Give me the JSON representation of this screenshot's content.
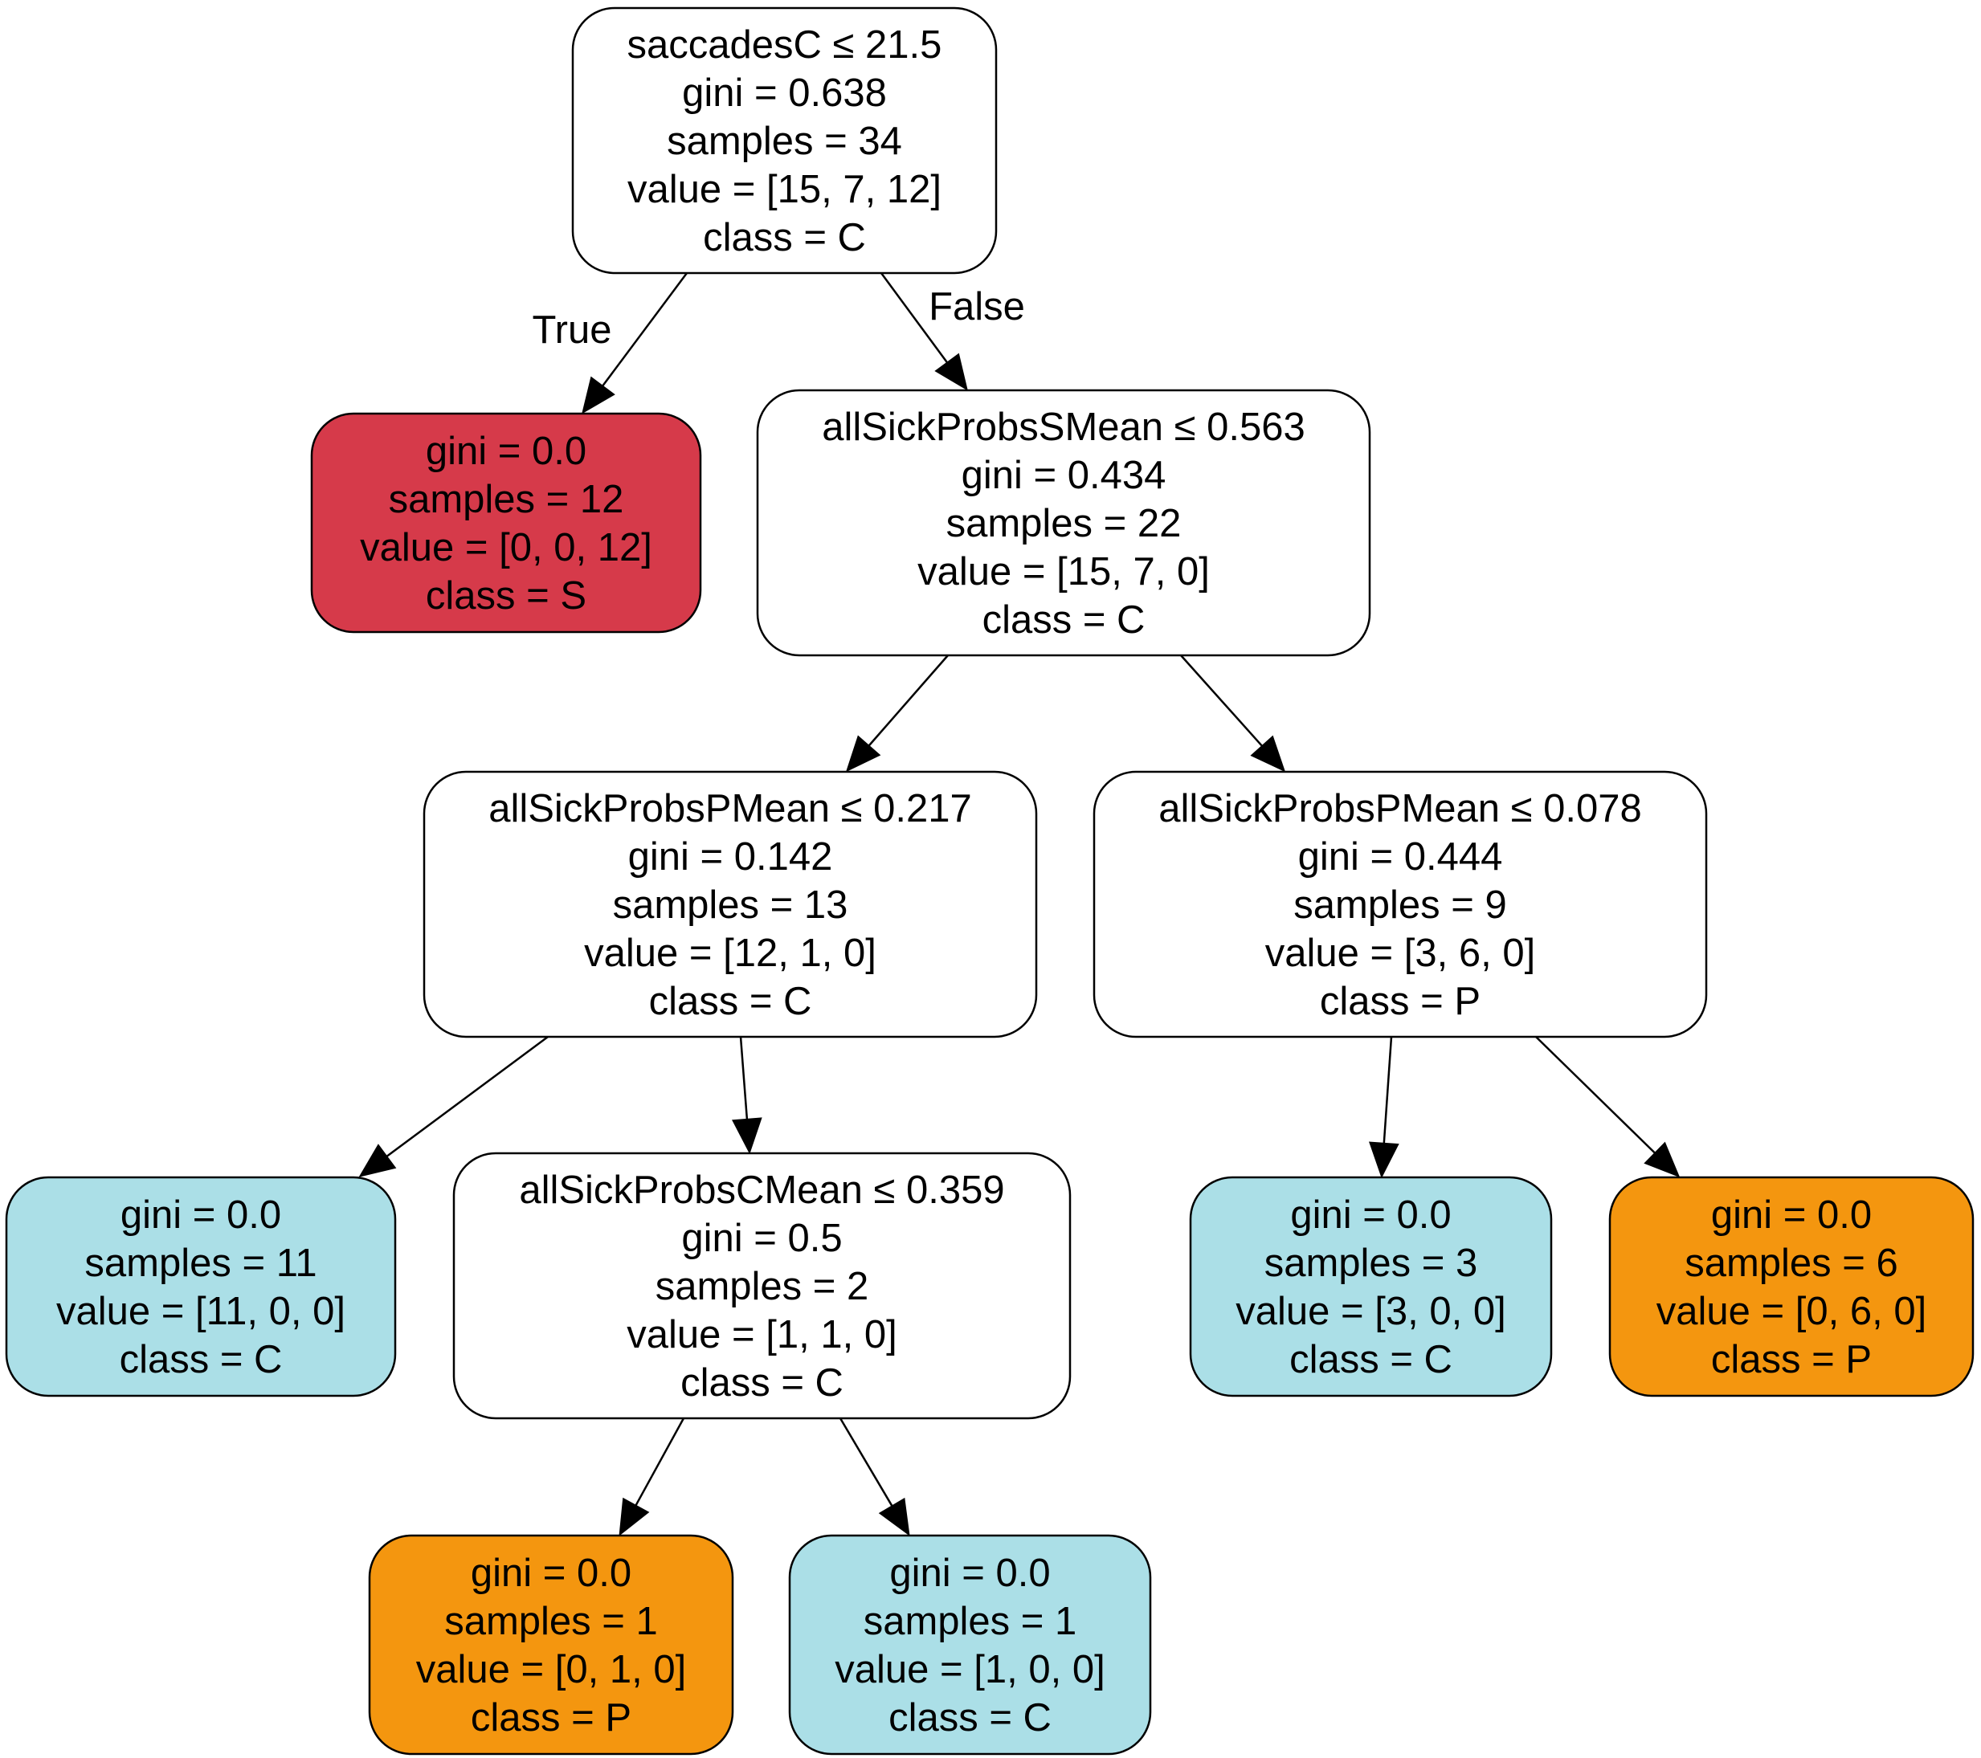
{
  "colors": {
    "split": "#ffffff",
    "class_S": "#d63a4a",
    "class_C": "#abdfe7",
    "class_P": "#f4960f",
    "border": "#000000"
  },
  "nodes": [
    {
      "id": "n0",
      "fill": "split",
      "lines": [
        "saccadesC ≤ 21.5",
        "gini = 0.638",
        "samples = 34",
        "value = [15, 7, 12]",
        "class = C"
      ]
    },
    {
      "id": "n1",
      "fill": "class_S",
      "lines": [
        "gini = 0.0",
        "samples = 12",
        "value = [0, 0, 12]",
        "class = S"
      ]
    },
    {
      "id": "n2",
      "fill": "split",
      "lines": [
        "allSickProbsSMean ≤ 0.563",
        "gini = 0.434",
        "samples = 22",
        "value = [15, 7, 0]",
        "class = C"
      ]
    },
    {
      "id": "n3",
      "fill": "split",
      "lines": [
        "allSickProbsPMean ≤ 0.217",
        "gini = 0.142",
        "samples = 13",
        "value = [12, 1, 0]",
        "class = C"
      ]
    },
    {
      "id": "n4",
      "fill": "split",
      "lines": [
        "allSickProbsPMean ≤ 0.078",
        "gini = 0.444",
        "samples = 9",
        "value = [3, 6, 0]",
        "class = P"
      ]
    },
    {
      "id": "n5",
      "fill": "class_C",
      "lines": [
        "gini = 0.0",
        "samples = 11",
        "value = [11, 0, 0]",
        "class = C"
      ]
    },
    {
      "id": "n6",
      "fill": "split",
      "lines": [
        "allSickProbsCMean ≤ 0.359",
        "gini = 0.5",
        "samples = 2",
        "value = [1, 1, 0]",
        "class = C"
      ]
    },
    {
      "id": "n7",
      "fill": "class_C",
      "lines": [
        "gini = 0.0",
        "samples = 3",
        "value = [3, 0, 0]",
        "class = C"
      ]
    },
    {
      "id": "n8",
      "fill": "class_P",
      "lines": [
        "gini = 0.0",
        "samples = 6",
        "value = [0, 6, 0]",
        "class = P"
      ]
    },
    {
      "id": "n9",
      "fill": "class_P",
      "lines": [
        "gini = 0.0",
        "samples = 1",
        "value = [0, 1, 0]",
        "class = P"
      ]
    },
    {
      "id": "n10",
      "fill": "class_C",
      "lines": [
        "gini = 0.0",
        "samples = 1",
        "value = [1, 0, 0]",
        "class = C"
      ]
    }
  ],
  "edges": [
    {
      "from": "n0",
      "to": "n1",
      "label": "True"
    },
    {
      "from": "n0",
      "to": "n2",
      "label": "False"
    },
    {
      "from": "n2",
      "to": "n3",
      "label": ""
    },
    {
      "from": "n2",
      "to": "n4",
      "label": ""
    },
    {
      "from": "n3",
      "to": "n5",
      "label": ""
    },
    {
      "from": "n3",
      "to": "n6",
      "label": ""
    },
    {
      "from": "n4",
      "to": "n7",
      "label": ""
    },
    {
      "from": "n4",
      "to": "n8",
      "label": ""
    },
    {
      "from": "n6",
      "to": "n9",
      "label": ""
    },
    {
      "from": "n6",
      "to": "n10",
      "label": ""
    }
  ]
}
